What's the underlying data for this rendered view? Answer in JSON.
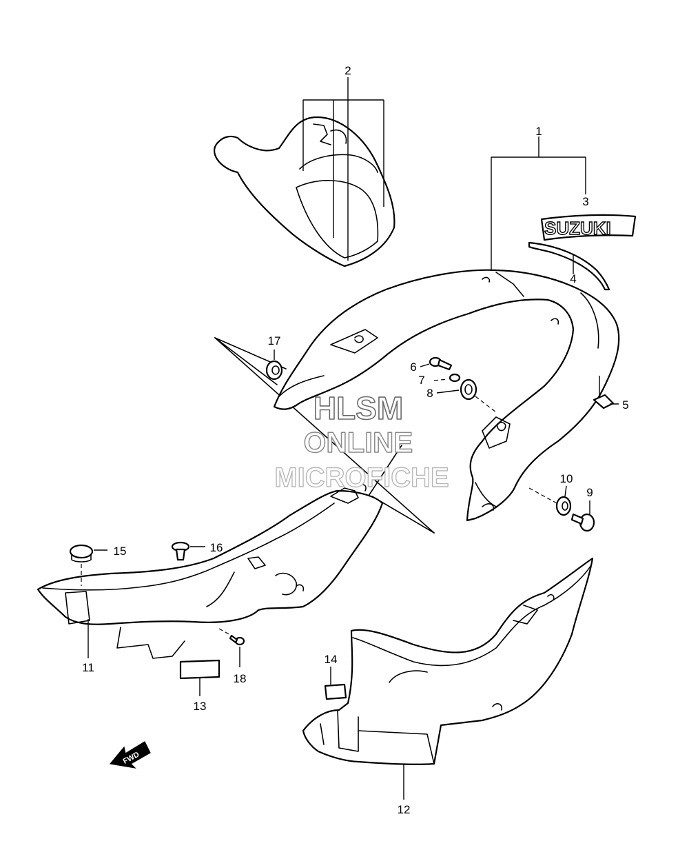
{
  "callouts": {
    "c1": "1",
    "c2": "2",
    "c3": "3",
    "c4": "4",
    "c5": "5",
    "c6": "6",
    "c7": "7",
    "c8": "8",
    "c9": "9",
    "c10": "10",
    "c11": "11",
    "c12": "12",
    "c13": "13",
    "c14": "14",
    "c15": "15",
    "c16": "16",
    "c17": "17",
    "c18": "18"
  },
  "decal_text": "SUZUKI",
  "fwd_arrow_text": "FWD",
  "watermark": {
    "line1": "HLSM",
    "line2": "ONLINE",
    "line3": "MICROFICHE"
  }
}
